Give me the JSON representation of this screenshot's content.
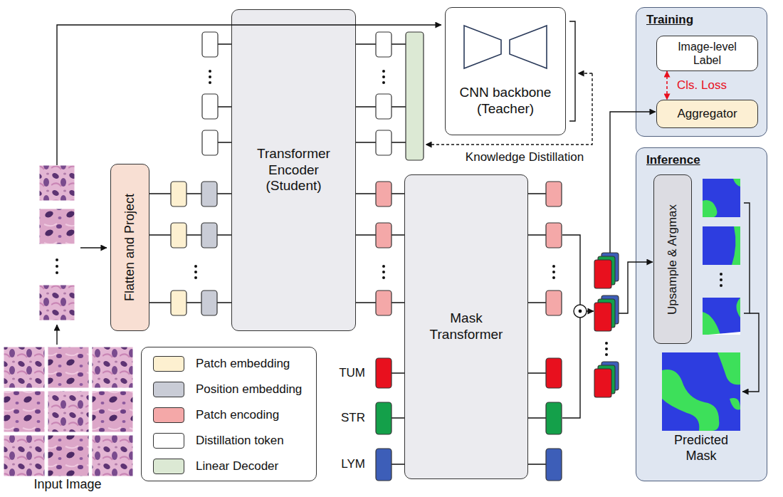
{
  "diagram": {
    "nodes": [
      {
        "text": [
          "Flatten and Project"
        ]
      },
      {
        "text": [
          "Transformer Encoder (Student)"
        ]
      },
      {
        "text": [
          "CNN backbone (Teacher)"
        ]
      },
      {
        "text": [
          "Training"
        ]
      },
      {
        "text": [
          "Image-level Label"
        ],
        "in": 3
      },
      {
        "text": [
          "Aggregator"
        ],
        "in": 3
      },
      {
        "text": [
          "Mask Transformer"
        ]
      },
      {
        "text": [
          "Inference"
        ]
      },
      {
        "text": [
          "Upsample & Argmax"
        ],
        "in": 7
      }
    ],
    "edges": [
      {
        "from": 4,
        "to": 5,
        "arrow": "both",
        "label": "Cls. Loss"
      }
    ],
    "labels": [
      "Input Image",
      "TUM",
      "STR",
      "LYM",
      "Knowledge Distillation",
      "Predicted Mask"
    ],
    "legend": [
      {
        "text": "Patch embedding",
        "color": "#fdf0d0"
      },
      {
        "text": "Position embedding",
        "color": "#c9ccd6"
      },
      {
        "text": "Patch encoding",
        "color": "#f4a8a8"
      },
      {
        "text": "Distillation token",
        "color": "#ffffff"
      },
      {
        "text": "Linear Decoder",
        "color": "#dce9d4"
      }
    ]
  }
}
